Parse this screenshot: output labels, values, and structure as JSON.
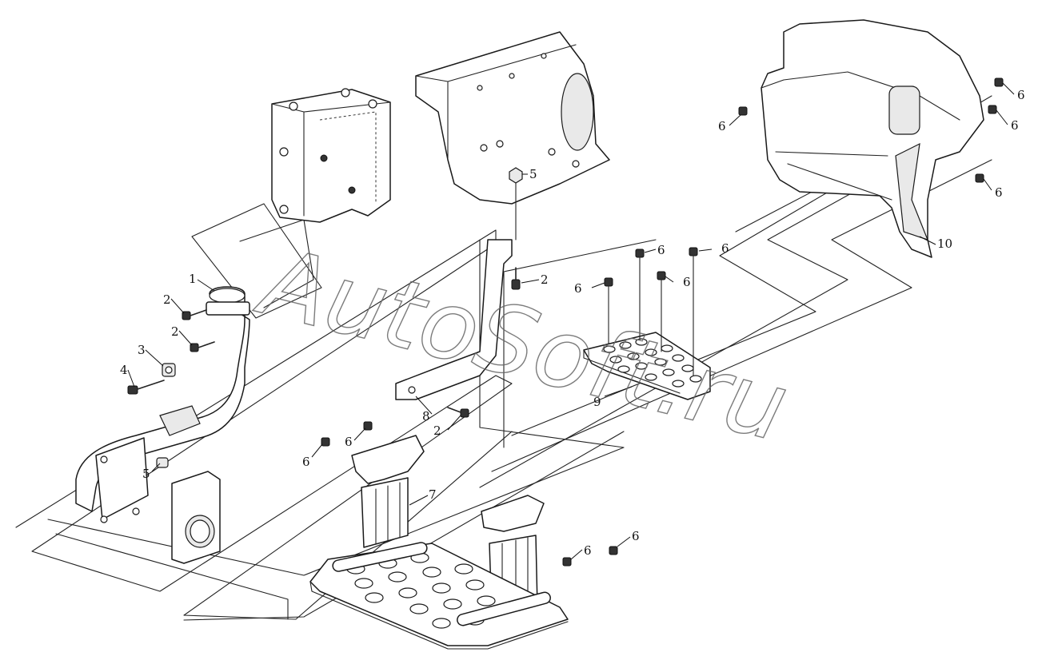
{
  "watermark": "AutoSoft.ru",
  "callouts": {
    "c1": "1",
    "c2a": "2",
    "c2b": "2",
    "c2c": "2",
    "c2d": "2",
    "c3": "3",
    "c4": "4",
    "c5a": "5",
    "c5b": "5",
    "c6a": "6",
    "c6b": "6",
    "c6c": "6",
    "c6d": "6",
    "c6e": "6",
    "c6f": "6",
    "c6g": "6",
    "c6h": "6",
    "c6i": "6",
    "c6j": "6",
    "c6k": "6",
    "c6l": "6",
    "c7": "7",
    "c8": "8",
    "c9": "9",
    "c10": "10"
  }
}
